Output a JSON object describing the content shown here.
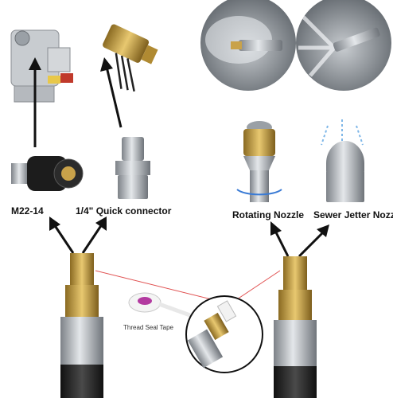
{
  "image": {
    "labels": {
      "m22": "M22-14",
      "quick_connector": "1/4\" Quick connector",
      "rotating_nozzle": "Rotating Nozzle",
      "sewer_jetter_nozzle": "Sewer Jetter Nozzle",
      "thread_seal_tape": "Thread Seal Tape"
    },
    "colors": {
      "brass": "#c9a24a",
      "steel": "#b8bcc2",
      "hose": "#2a2a2a",
      "red_line": "#e05050",
      "spray_bg": "#8a9096"
    }
  }
}
